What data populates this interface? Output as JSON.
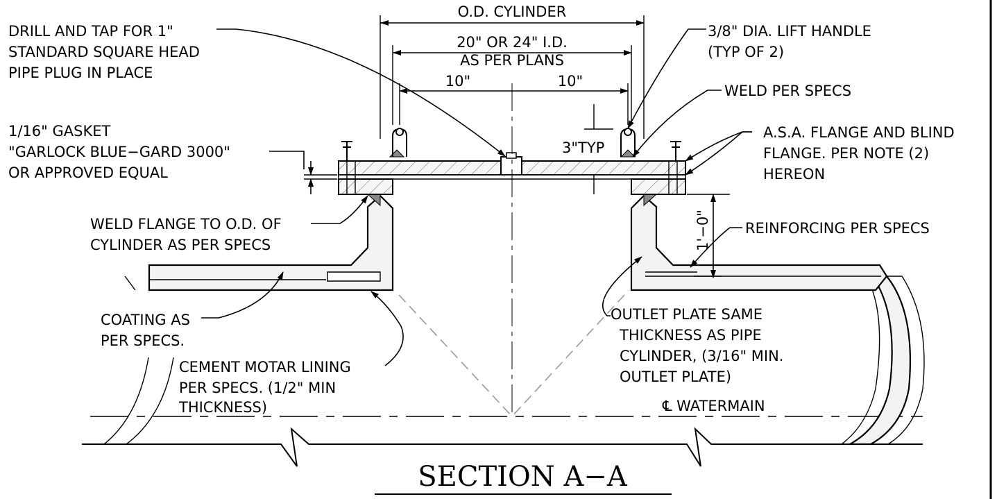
{
  "title": "SECTION  A−A",
  "dimensions": {
    "od_cylinder": "O.D. CYLINDER",
    "id_line1": "20\" OR 24\" I.D.",
    "id_line2": "AS PER PLANS",
    "left_half": "10\"",
    "right_half": "10\"",
    "typ": "3\"TYP",
    "height": "1'−0\""
  },
  "notes": {
    "drill": [
      "DRILL AND TAP FOR 1\"",
      "STANDARD SQUARE HEAD",
      "PIPE PLUG IN PLACE"
    ],
    "gasket": [
      "1/16\" GASKET",
      "\"GARLOCK BLUE−GARD 3000\"",
      "OR APPROVED EQUAL"
    ],
    "weld_flange": [
      "WELD FLANGE TO O.D. OF",
      "CYLINDER AS PER SPECS"
    ],
    "coating": [
      "COATING AS",
      "PER SPECS."
    ],
    "lining": [
      "CEMENT MOTAR LINING",
      "PER SPECS. (1/2\" MIN",
      "THICKNESS)"
    ],
    "lift_handle": [
      "3/8\" DIA. LIFT HANDLE",
      "(TYP OF 2)"
    ],
    "weld_specs": [
      "WELD PER SPECS"
    ],
    "asa_flange": [
      "A.S.A. FLANGE AND BLIND",
      "FLANGE. PER NOTE (2)",
      "HEREON"
    ],
    "reinforcing": [
      "REINFORCING PER SPECS"
    ],
    "outlet_plate": [
      "OUTLET PLATE SAME",
      "THICKNESS AS PIPE",
      "CYLINDER, (3/16\" MIN.",
      "OUTLET PLATE)"
    ],
    "watermain": "℄ WATERMAIN"
  },
  "colors": {
    "line": "#000000",
    "fill": "#f3f3f3",
    "weld": "#888888",
    "hidden": "#999999"
  }
}
